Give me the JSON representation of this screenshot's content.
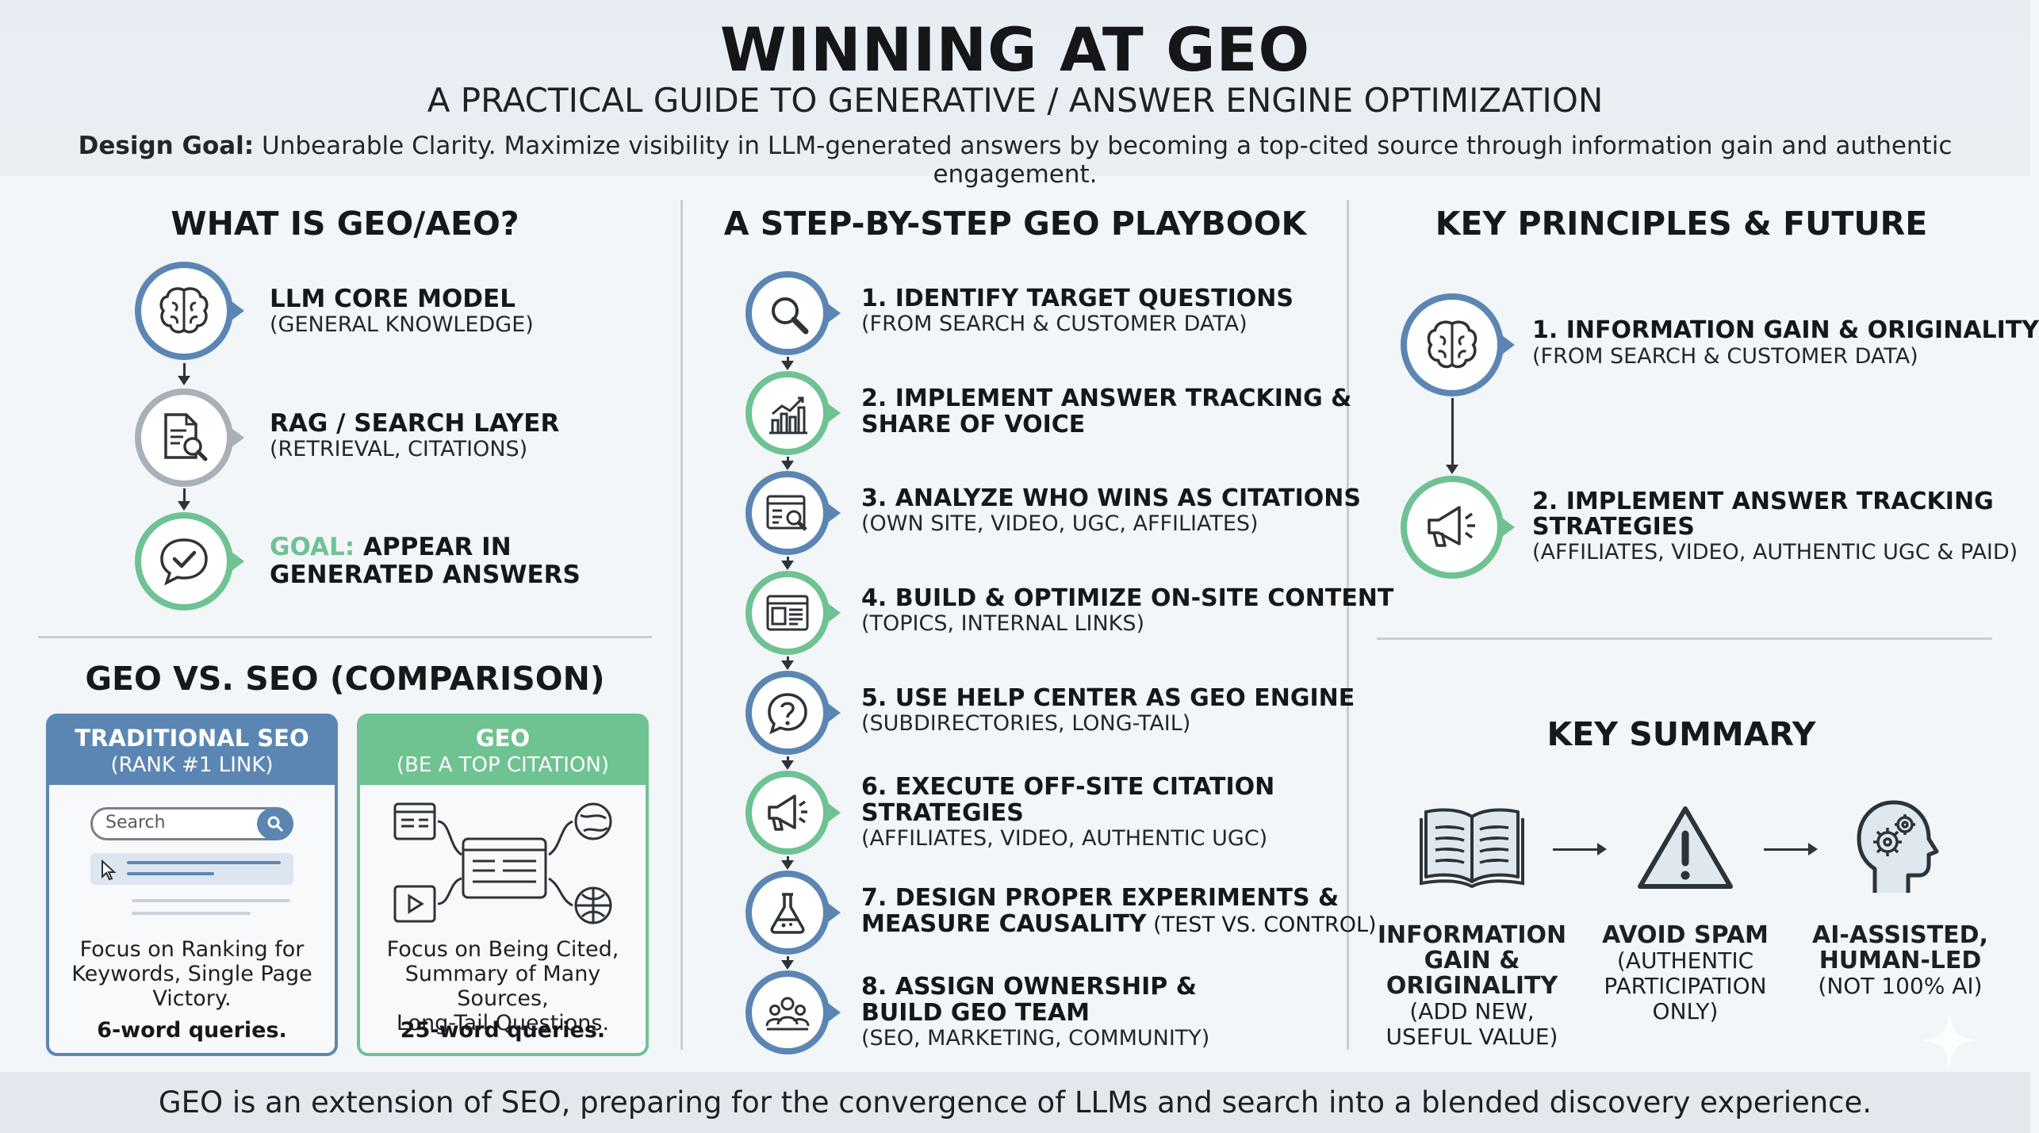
{
  "header": {
    "title": "WINNING AT GEO",
    "subtitle": "A PRACTICAL GUIDE TO GENERATIVE / ANSWER ENGINE OPTIMIZATION",
    "goal_label": "Design Goal:",
    "goal_text": " Unbearable Clarity. Maximize visibility in LLM-generated answers by becoming a top-cited source through information gain and authentic engagement."
  },
  "what_is": {
    "title": "WHAT IS GEO/AEO?",
    "items": [
      {
        "main": "LLM CORE MODEL",
        "sub": "(GENERAL KNOWLEDGE)",
        "icon": "brain-icon"
      },
      {
        "main": "RAG / SEARCH LAYER",
        "sub": "(RETRIEVAL, CITATIONS)",
        "icon": "document-search-icon"
      },
      {
        "goal_word": "GOAL:",
        "main_rest": " APPEAR IN",
        "main2": "GENERATED ANSWERS",
        "icon": "chat-check-icon"
      }
    ]
  },
  "comparison": {
    "title": "GEO VS. SEO (COMPARISON)",
    "seo": {
      "title": "TRADITIONAL SEO",
      "subtitle": "(RANK #1 LINK)",
      "search_placeholder": "Search",
      "desc": [
        "Focus on Ranking for",
        "Keywords, Single Page",
        "Victory."
      ],
      "queries": "6-word queries.",
      "color": "#5b86b4"
    },
    "geo": {
      "title": "GEO",
      "subtitle": "(BE A TOP CITATION)",
      "desc": [
        "Focus on Being Cited,",
        "Summary of Many Sources,",
        "Long-Tail Questions."
      ],
      "queries": "25-word queries.",
      "color": "#6fc292"
    }
  },
  "playbook": {
    "title": "A STEP-BY-STEP GEO PLAYBOOK",
    "steps": [
      {
        "l1": "1. IDENTIFY TARGET QUESTIONS",
        "sub": "(FROM SEARCH & CUSTOMER DATA)",
        "icon": "magnifier-icon"
      },
      {
        "l1": "2. IMPLEMENT ANSWER TRACKING &",
        "l2": "SHARE OF VOICE",
        "icon": "bar-chart-icon"
      },
      {
        "l1": "3. ANALYZE WHO WINS AS CITATIONS",
        "sub": "(OWN SITE, VIDEO, UGC, AFFILIATES)",
        "icon": "web-search-icon"
      },
      {
        "l1": "4. BUILD & OPTIMIZE ON-SITE CONTENT",
        "sub": "(TOPICS, INTERNAL LINKS)",
        "icon": "webpage-icon"
      },
      {
        "l1": "5. USE HELP CENTER AS GEO ENGINE",
        "sub": "(SUBDIRECTORIES, LONG-TAIL)",
        "icon": "help-icon"
      },
      {
        "l1": "6. EXECUTE OFF-SITE CITATION",
        "l2": "STRATEGIES",
        "sub": "(AFFILIATES, VIDEO, AUTHENTIC UGC)",
        "icon": "megaphone-icon"
      },
      {
        "l1": "7. DESIGN PROPER EXPERIMENTS &",
        "l2": "MEASURE CAUSALITY",
        "l2_extra": " (TEST VS. CONTROL)",
        "icon": "flask-icon"
      },
      {
        "l1": "8. ASSIGN OWNERSHIP &",
        "l2": "BUILD GEO TEAM",
        "sub": "(SEO, MARKETING, COMMUNITY)",
        "icon": "team-icon"
      }
    ]
  },
  "principles": {
    "title": "KEY PRINCIPLES & FUTURE",
    "items": [
      {
        "l1": "1. INFORMATION GAIN & ORIGINALITY",
        "sub": "(FROM SEARCH & CUSTOMER DATA)",
        "icon": "brain-icon"
      },
      {
        "l1": "2. IMPLEMENT ANSWER TRACKING",
        "l2": "STRATEGIES",
        "sub": "(AFFILIATES, VIDEO, AUTHENTIC UGC & PAID)",
        "icon": "megaphone-icon"
      }
    ]
  },
  "summary": {
    "title": "KEY SUMMARY",
    "items": [
      {
        "bold": [
          "INFORMATION",
          "GAIN &",
          "ORIGINALITY"
        ],
        "normal": [
          "(ADD NEW,",
          "USEFUL VALUE)"
        ],
        "icon": "open-book-icon"
      },
      {
        "bold": [
          "AVOID SPAM"
        ],
        "normal": [
          "(AUTHENTIC",
          "PARTICIPATION",
          "ONLY)"
        ],
        "icon": "warning-icon"
      },
      {
        "bold": [
          "AI-ASSISTED,",
          "HUMAN-LED"
        ],
        "normal": [
          "(NOT 100% AI)"
        ],
        "icon": "head-gears-icon"
      }
    ]
  },
  "footer": {
    "text": "GEO is an extension of SEO, preparing for the convergence of LLMs and search into a blended discovery experience."
  },
  "colors": {
    "blue": "#5b86b4",
    "green": "#6fc292",
    "gray": "#a9b0b7"
  }
}
